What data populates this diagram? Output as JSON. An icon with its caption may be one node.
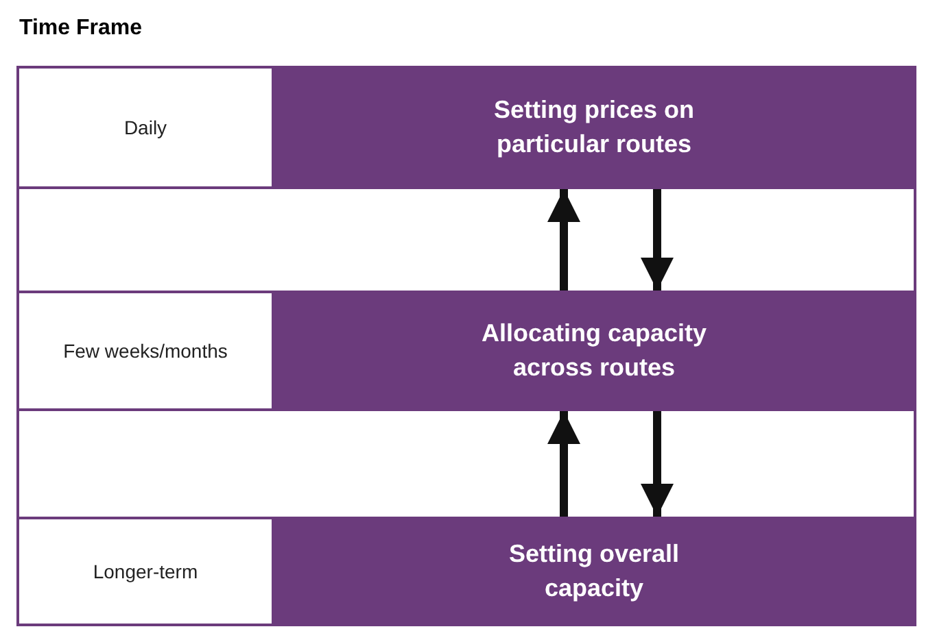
{
  "diagram": {
    "title": "Time Frame",
    "nodes": [
      {
        "text": [
          "Daily"
        ]
      },
      {
        "text": [
          "Setting prices on particular routes"
        ]
      },
      {
        "text": [
          "Few weeks/months"
        ]
      },
      {
        "text": [
          "Allocating capacity across routes"
        ]
      },
      {
        "text": [
          "Longer-term"
        ]
      },
      {
        "text": [
          "Setting overall capacity"
        ]
      }
    ],
    "edges": [
      {
        "from": 3,
        "to": 1,
        "arrow": "to"
      },
      {
        "from": 1,
        "to": 3,
        "arrow": "to"
      },
      {
        "from": 5,
        "to": 3,
        "arrow": "to"
      },
      {
        "from": 3,
        "to": 5,
        "arrow": "to"
      }
    ]
  }
}
